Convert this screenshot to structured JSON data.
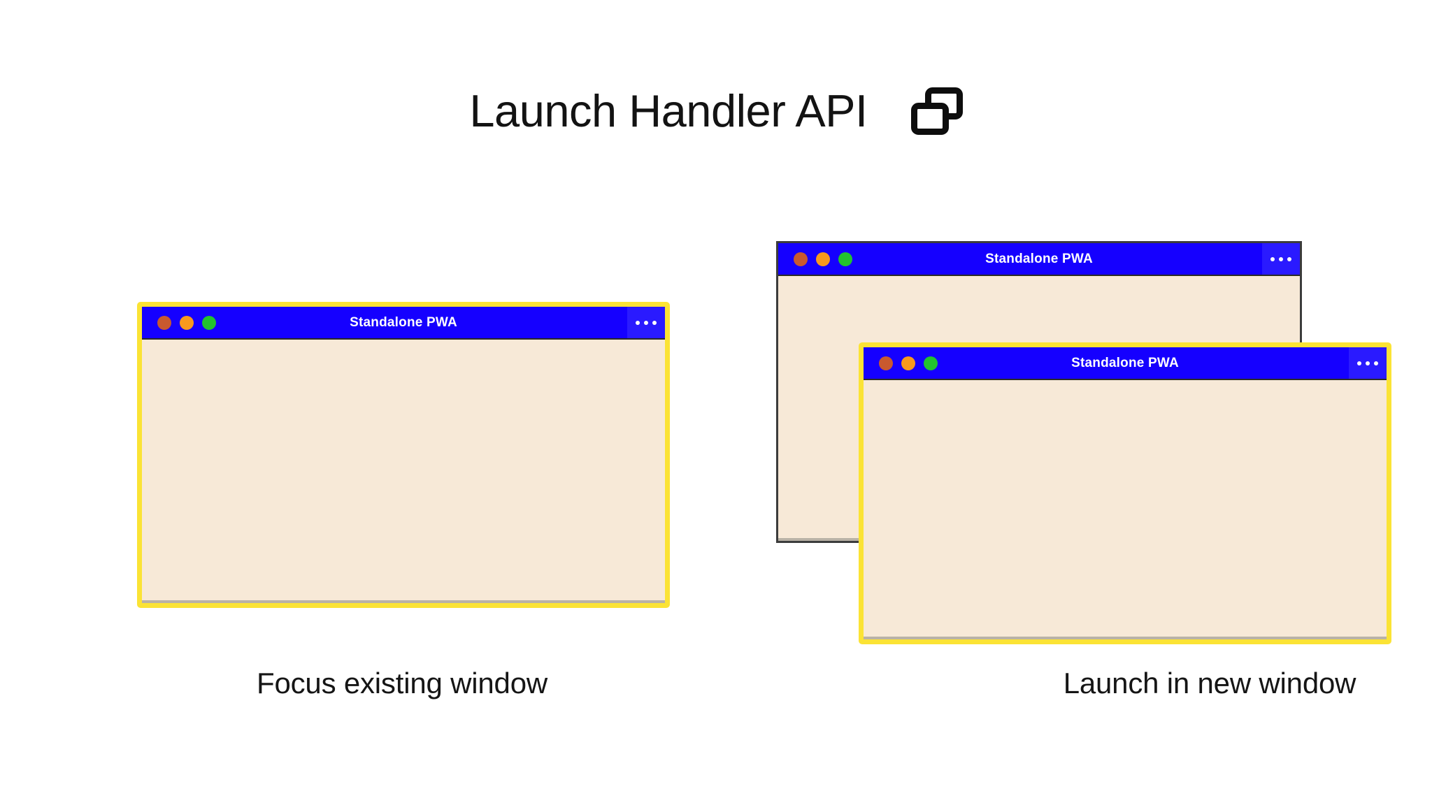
{
  "page": {
    "title": "Launch Handler API",
    "title_icon": "two-windows-icon",
    "background_color": "#ffffff"
  },
  "theme": {
    "titlebar_blue": "#1500FF",
    "menu_panel_blue": "#2A1AFF",
    "window_body_cream": "#F7E9D7",
    "highlight_yellow": "#FBE335",
    "plain_border_gray": "#3c3c3c",
    "dot_red": "#C9592E",
    "dot_amber": "#F8991D",
    "dot_green": "#22C32E",
    "text_dark": "#131313"
  },
  "panels": [
    {
      "id": "focus-existing",
      "caption": "Focus existing window",
      "windows": [
        {
          "id": "left-window",
          "title": "Standalone PWA",
          "highlighted": true,
          "menu_icon": "ellipsis-icon",
          "controls": [
            "close-dot",
            "minimize-dot",
            "maximize-dot"
          ]
        }
      ]
    },
    {
      "id": "launch-new",
      "caption": "Launch in new window",
      "windows": [
        {
          "id": "right-back-window",
          "title": "Standalone PWA",
          "highlighted": false,
          "menu_icon": "ellipsis-icon",
          "controls": [
            "close-dot",
            "minimize-dot",
            "maximize-dot"
          ]
        },
        {
          "id": "right-front-window",
          "title": "Standalone PWA",
          "highlighted": true,
          "menu_icon": "ellipsis-icon",
          "controls": [
            "close-dot",
            "minimize-dot",
            "maximize-dot"
          ]
        }
      ]
    }
  ]
}
